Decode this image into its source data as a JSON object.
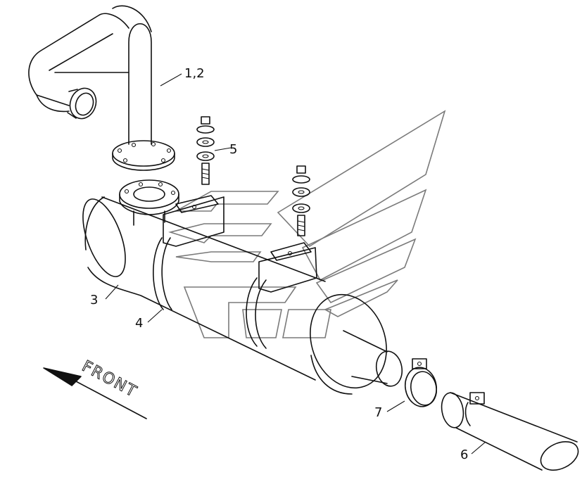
{
  "labels": {
    "pipe": "1,2",
    "muffler": "3",
    "strap": "4",
    "mount_hardware": "5",
    "tail_pipe": "6",
    "clamp": "7"
  },
  "direction": {
    "text": "FRONT"
  },
  "colors": {
    "line": "#111111",
    "watermark": "#7a7a7a",
    "background": "#ffffff"
  }
}
